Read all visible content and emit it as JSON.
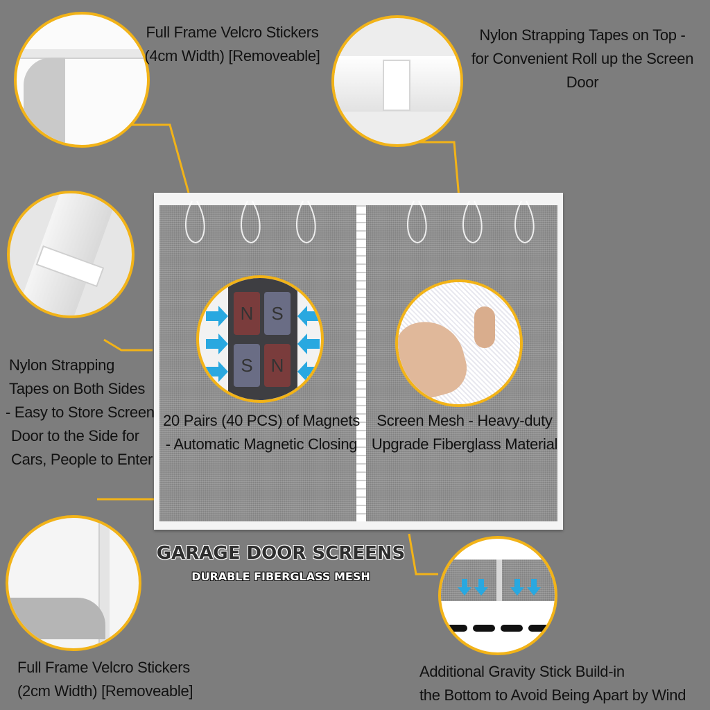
{
  "captions": {
    "velcro_top": [
      "Full Frame Velcro Stickers",
      "(4cm Width) [Removeable]"
    ],
    "nylon_top": [
      "Nylon Strapping Tapes on Top -",
      "for Convenient Roll up the Screen Door"
    ],
    "nylon_sides": [
      "Nylon Strapping",
      "Tapes on Both Sides",
      "- Easy to Store Screen",
      "Door to the Side for",
      "Cars, People to Enter"
    ],
    "magnets": [
      "20 Pairs (40 PCS) of Magnets",
      "- Automatic Magnetic Closing"
    ],
    "mesh": [
      "Screen Mesh - Heavy-duty",
      "Upgrade Fiberglass Material"
    ],
    "velcro_bottom": [
      "Full Frame Velcro Stickers",
      "(2cm Width) [Removeable]"
    ],
    "gravity": [
      "Additional Gravity Stick Build-in",
      "the Bottom to Avoid Being Apart by Wind"
    ]
  },
  "product": {
    "title": "GARAGE DOOR SCREENS",
    "subtitle": "DURABLE FIBERGLASS MESH"
  },
  "magnet_letters": [
    "N",
    "S",
    "S",
    "N"
  ],
  "colors": {
    "accent": "#f2b318",
    "background": "#7d7d7d",
    "arrow": "#29a8e0"
  }
}
